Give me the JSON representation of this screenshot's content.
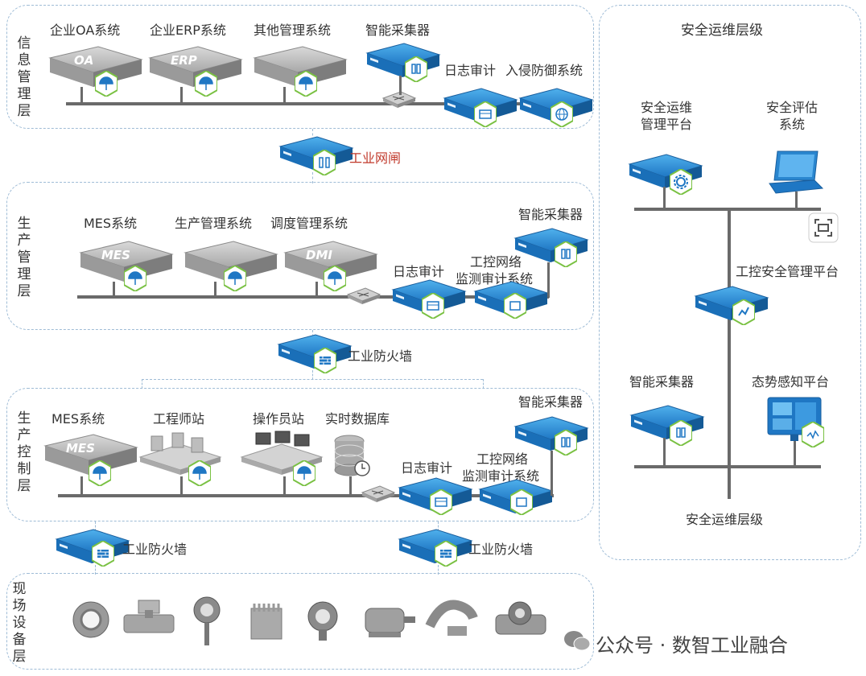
{
  "info_layer": {
    "title": "信息管理层",
    "oa": "企业OA系统",
    "erp": "企业ERP系统",
    "other": "其他管理系统",
    "collector": "智能采集器",
    "log_audit": "日志审计",
    "ips": "入侵防御系统",
    "oa_box": "OA",
    "erp_box": "ERP"
  },
  "gateway": {
    "label": "工业网闸"
  },
  "prod_mgmt": {
    "title": "生产管理层",
    "mes": "MES系统",
    "prod_sys": "生产管理系统",
    "dispatch": "调度管理系统",
    "collector": "智能采集器",
    "log_audit": "日志审计",
    "ics_monitor_1": "工控网络",
    "ics_monitor_2": "监测审计系统",
    "mes_box": "MES",
    "dmi_box": "DMI"
  },
  "firewall_mid": {
    "label": "工业防火墙"
  },
  "prod_ctrl": {
    "title": "生产控制层",
    "mes": "MES系统",
    "engineer": "工程师站",
    "operator": "操作员站",
    "rtdb": "实时数据库",
    "collector": "智能采集器",
    "log_audit": "日志审计",
    "ics_monitor_1": "工控网络",
    "ics_monitor_2": "监测审计系统",
    "mes_box": "MES"
  },
  "firewall_left": {
    "label": "工业防火墙"
  },
  "firewall_right": {
    "label": "工业防火墙"
  },
  "field_layer": {
    "title": "现场设备层"
  },
  "security_ops": {
    "title": "安全运维层级",
    "mgmt_1": "安全运维",
    "mgmt_2": "管理平台",
    "assess_1": "安全评估",
    "assess_2": "系统",
    "ics_platform": "工控安全管理平台",
    "collector": "智能采集器",
    "situation": "态势感知平台",
    "bottom": "安全运维层级"
  },
  "watermark": "公众号 · 数智工业融合",
  "colors": {
    "blue": "#1f77c4",
    "gray": "#8c8c8c",
    "dash": "#9fbcd6",
    "bus": "#6a6a6a",
    "red": "#c0392b"
  }
}
